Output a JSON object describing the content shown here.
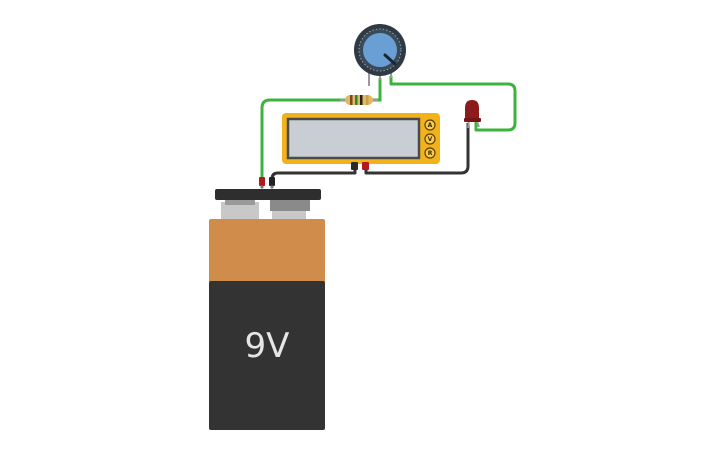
{
  "battery": {
    "label": "9V",
    "colors": {
      "top": "#cf8c4b",
      "body": "#333333",
      "cap": "#2e2e2e",
      "terminal_light": "#c8c8c8",
      "terminal_dark": "#8a8a8a"
    }
  },
  "multimeter": {
    "buttons": [
      {
        "label": "A"
      },
      {
        "label": "V"
      },
      {
        "label": "R"
      }
    ],
    "colors": {
      "case": "#f3b21c",
      "screen": "#c8ced4",
      "screen_border": "#4a4a4a",
      "probe_black": "#2b2b2b",
      "probe_red": "#b01919"
    }
  },
  "components": {
    "potentiometer": {
      "icon": "potentiometer-icon",
      "knob_color": "#6a9fd6",
      "body_color": "#2f3a45"
    },
    "resistor": {
      "icon": "resistor-icon",
      "body_color": "#e2b76a",
      "bands": [
        "#7a4a1e",
        "#2a8a2a",
        "#222222",
        "#c9a23a"
      ]
    },
    "led": {
      "icon": "led-icon",
      "color": "#8c1b1b"
    }
  },
  "wires": {
    "green": "#3db33d",
    "black": "#333333",
    "gray": "#9a9a9a"
  }
}
